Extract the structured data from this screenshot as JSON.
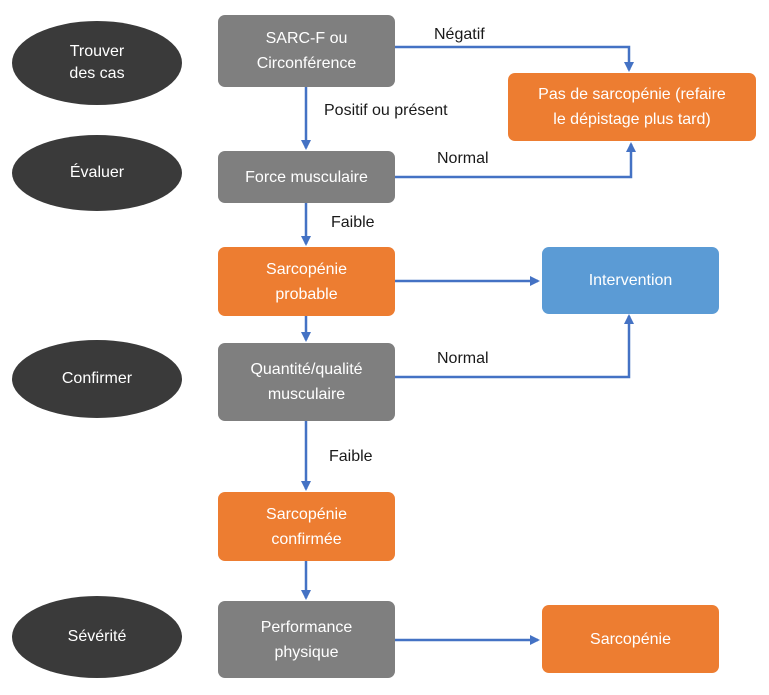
{
  "stages": {
    "find": "Trouver\ndes cas",
    "assess": "Évaluer",
    "confirm": "Confirmer",
    "severity": "Sévérité"
  },
  "boxes": {
    "sarcf": "SARC-F ou\nCirconférence",
    "no_sarcopenia": "Pas de sarcopénie (refaire\nle dépistage plus tard)",
    "grip_strength": "Force musculaire",
    "probable": "Sarcopénie\nprobable",
    "intervention": "Intervention",
    "quantity_quality": "Quantité/qualité\nmusculaire",
    "confirmed": "Sarcopénie\nconfirmée",
    "performance": "Performance\nphysique",
    "sarcopenia": "Sarcopénie"
  },
  "edge_labels": {
    "negative": "Négatif",
    "positive": "Positif ou présent",
    "normal_strength": "Normal",
    "weak_strength": "Faible",
    "normal_quantity": "Normal",
    "weak_quantity": "Faible"
  },
  "colors": {
    "stage": "#3a3a3a",
    "grey_box": "#7f7f7f",
    "orange_box": "#ed7d31",
    "blue_box": "#5b9bd5",
    "arrow": "#4472c4"
  }
}
